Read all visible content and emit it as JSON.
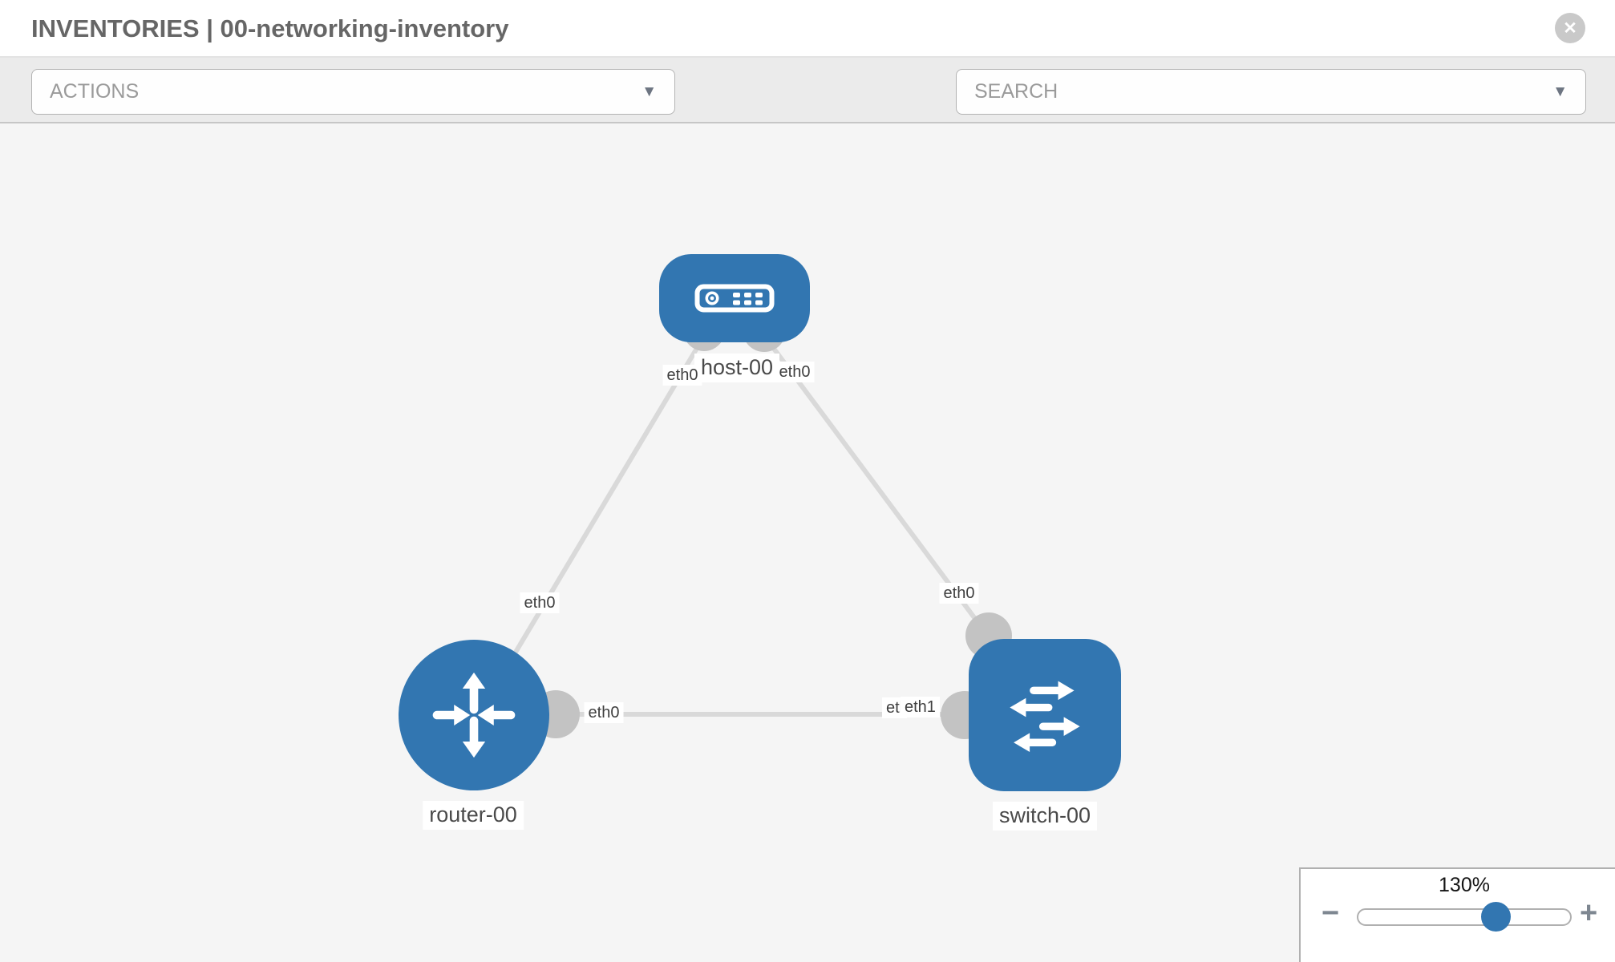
{
  "window": {
    "title_bar": {
      "title": "INVENTORIES | 00-networking-inventory",
      "close_glyph": "✕"
    }
  },
  "toolbar": {
    "actions_dropdown": {
      "value": "ACTIONS",
      "caret": "▼"
    },
    "wrench_tool": {
      "icon": "wrench-icon"
    },
    "key_tool": {
      "icon": "key-icon"
    },
    "search_dropdown": {
      "value": "SEARCH",
      "caret": "▼"
    }
  },
  "topology": {
    "nodes": [
      {
        "id": "host-00",
        "type": "host",
        "label": "host-00",
        "icon": "server-icon"
      },
      {
        "id": "router-00",
        "type": "router",
        "label": "router-00",
        "icon": "router-arrows-icon"
      },
      {
        "id": "switch-00",
        "type": "switch",
        "label": "switch-00",
        "icon": "switch-arrows-icon"
      }
    ],
    "links": [
      {
        "from": "host-00",
        "to": "router-00",
        "from_port": "eth0",
        "to_port": "eth0"
      },
      {
        "from": "host-00",
        "to": "switch-00",
        "from_port": "eth0",
        "to_port": "eth0"
      },
      {
        "from": "router-00",
        "to": "switch-00",
        "from_port": "eth0",
        "to_port": "eth1",
        "to_port_overlap_fragment": "etl"
      }
    ]
  },
  "zoom_control": {
    "level": "130%",
    "zoom_out_glyph": "−",
    "zoom_in_glyph": "+"
  },
  "colors": {
    "node_blue": "#3276b1",
    "link_gray": "#d9d9d9",
    "port_gray": "#c3c3c3",
    "canvas_bg": "#f5f5f5",
    "toolbar_bg": "#ebebeb"
  }
}
